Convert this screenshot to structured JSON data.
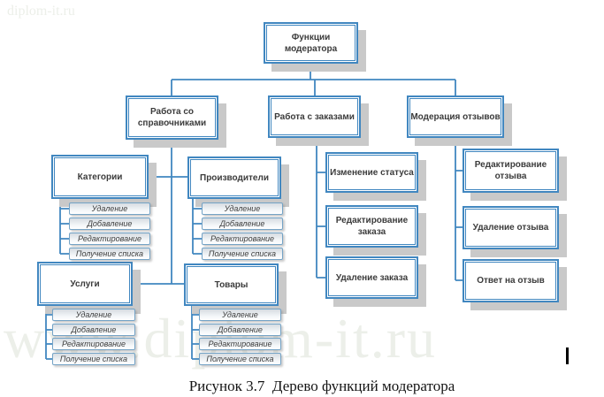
{
  "watermarks": {
    "top_left": "diplom-it.ru",
    "bottom": "www.diplom-it.ru"
  },
  "caption": "Рисунок 3.7  Дерево функций модератора",
  "colors": {
    "box_border": "#4187c0",
    "box_shadow": "#c9c9c9",
    "connector": "#4187c0"
  },
  "root": {
    "label": "Функции модератора"
  },
  "branches": [
    {
      "label": "Работа со справочниками",
      "children": [
        {
          "label": "Категории",
          "actions": [
            "Удаление",
            "Добавление",
            "Редактирование",
            "Получение списка"
          ]
        },
        {
          "label": "Производители",
          "actions": [
            "Удаление",
            "Добавление",
            "Редактирование",
            "Получение списка"
          ]
        },
        {
          "label": "Услуги",
          "actions": [
            "Удаление",
            "Добавление",
            "Редактирование",
            "Получение списка"
          ]
        },
        {
          "label": "Товары",
          "actions": [
            "Удаление",
            "Добавление",
            "Редактирование",
            "Получение списка"
          ]
        }
      ]
    },
    {
      "label": "Работа с заказами",
      "children": [
        {
          "label": "Изменение статуса"
        },
        {
          "label": "Редактирование заказа"
        },
        {
          "label": "Удаление заказа"
        }
      ]
    },
    {
      "label": "Модерация отзывов",
      "children": [
        {
          "label": "Редактирование отзыва"
        },
        {
          "label": "Удаление отзыва"
        },
        {
          "label": "Ответ на отзыв"
        }
      ]
    }
  ]
}
